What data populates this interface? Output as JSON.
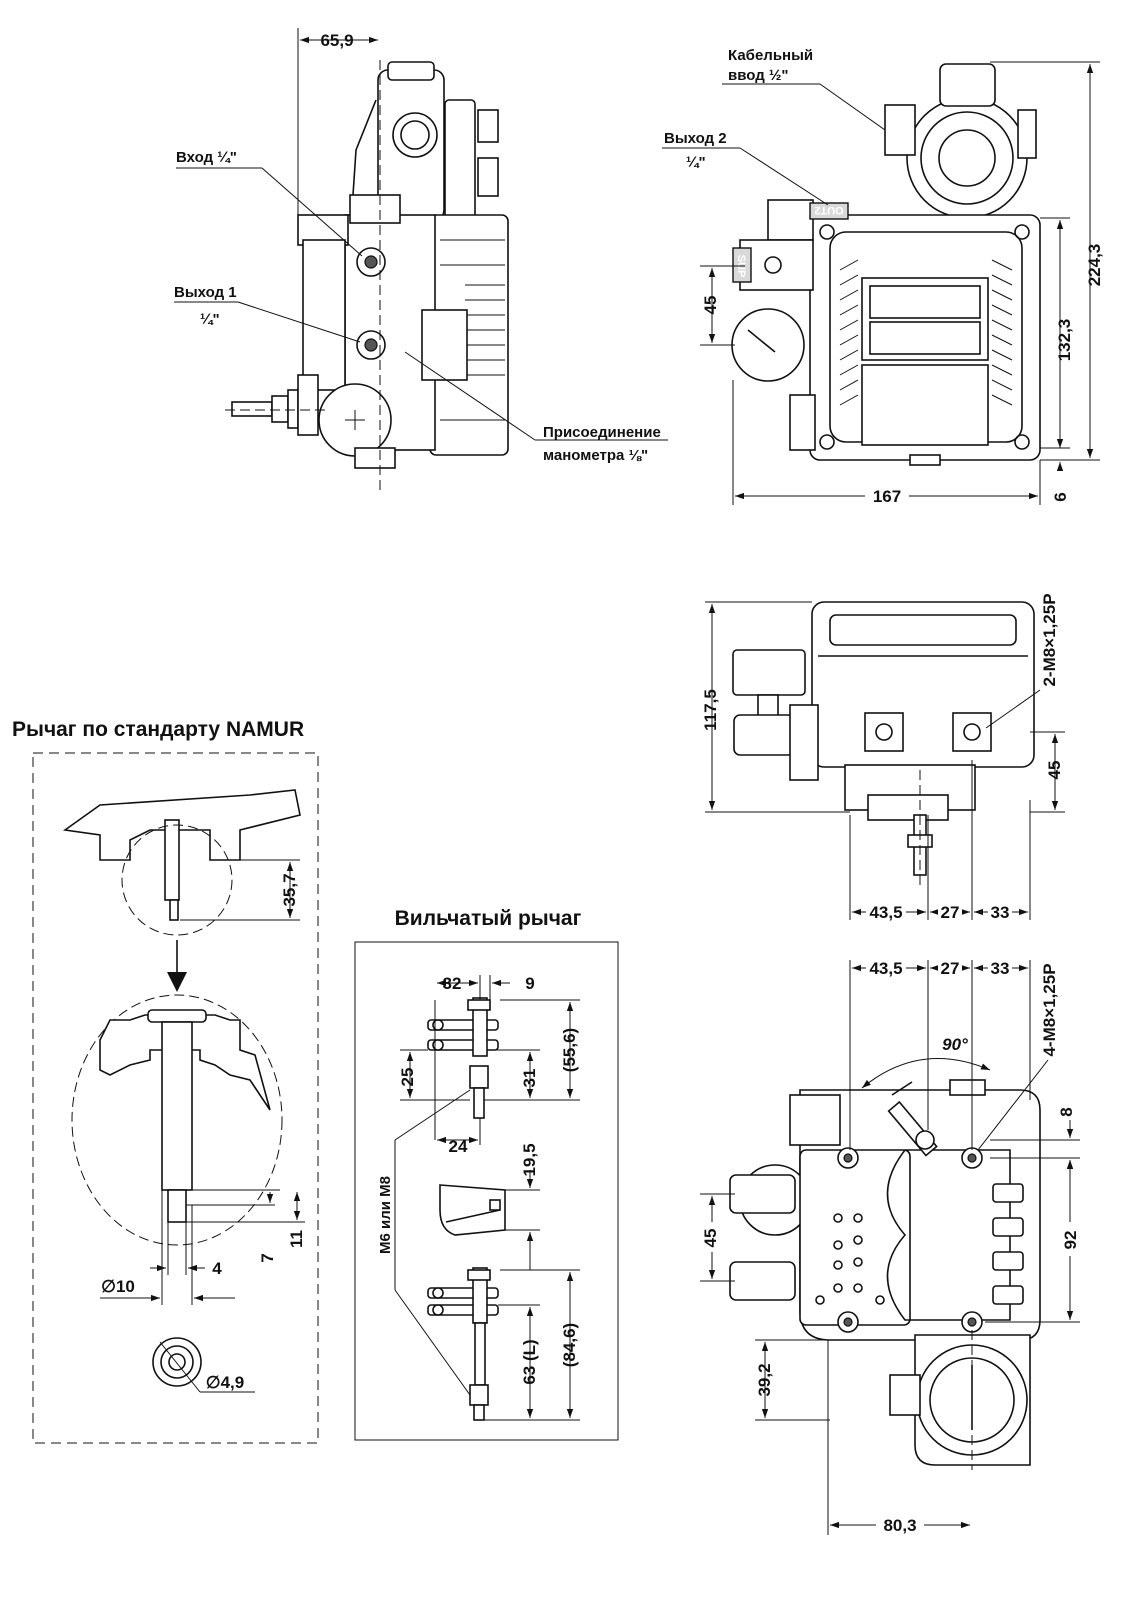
{
  "titles": {
    "namur": "Рычаг по стандарту NAMUR",
    "fork": "Вильчатый рычаг"
  },
  "callouts": {
    "input": "Вход ¼\"",
    "output1_line1": "Выход 1",
    "output1_line2": "¼\"",
    "gauge_line1": "Присоединение",
    "gauge_line2": "манометра ⅛\"",
    "cable_line1": "Кабельный",
    "cable_line2": "ввод ½\"",
    "output2_line1": "Выход 2",
    "output2_line2": "¼\"",
    "m6m8": "М6 или М8",
    "thread_2": "2-M8×1,25P",
    "thread_4": "4-M8×1,25P",
    "port_out2": "OUT2",
    "port_sup": "SUP"
  },
  "dims": {
    "d65_9": "65,9",
    "d224_3": "224,3",
    "d132_3": "132,3",
    "d45_front": "45",
    "d167": "167",
    "d6": "6",
    "d117_5": "117,5",
    "d45_bottom": "45",
    "d43_5a": "43,5",
    "d27a": "27",
    "d33a": "33",
    "d43_5b": "43,5",
    "d27b": "27",
    "d33b": "33",
    "angle90": "90°",
    "d8": "8",
    "d92": "92",
    "d45_back": "45",
    "d39_2": "39,2",
    "d80_3": "80,3",
    "d35_7": "35,7",
    "d11": "11",
    "d7": "7",
    "d4": "4",
    "dia10": "∅10",
    "dia4_9": "∅4,9",
    "d32": "32",
    "d9": "9",
    "d25": "25",
    "d31": "31",
    "d55_6": "(55,6)",
    "d24": "24",
    "d19_5": "19,5",
    "d63L": "63 (L)",
    "d84_6": "(84,6)"
  }
}
